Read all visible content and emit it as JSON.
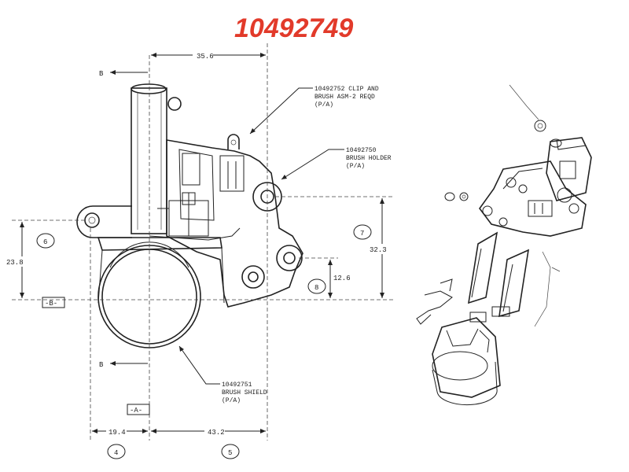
{
  "title": "10492749",
  "callouts": {
    "clip": {
      "line1": "10492752 CLIP AND",
      "line2": "BRUSH ASM-2 REQD",
      "line3": "(P/A)"
    },
    "holder": {
      "line1": "10492750",
      "line2": "BRUSH HOLDER",
      "line3": "(P/A)"
    },
    "shield": {
      "line1": "10492751",
      "line2": "BRUSH SHIELD",
      "line3": "(P/A)"
    }
  },
  "dimensions": {
    "top": "35.6",
    "right": "32.3",
    "left": "23.8",
    "mid": "12.6",
    "bottom_left": "19.4",
    "bottom_mid": "43.2"
  },
  "section_marks": {
    "top": "B",
    "bottom": "B"
  },
  "datums": {
    "a": "-A-",
    "b": "-B-"
  },
  "balloons": {
    "b4": "4",
    "b5": "5",
    "b6": "6",
    "b7": "7",
    "b8": "8"
  }
}
